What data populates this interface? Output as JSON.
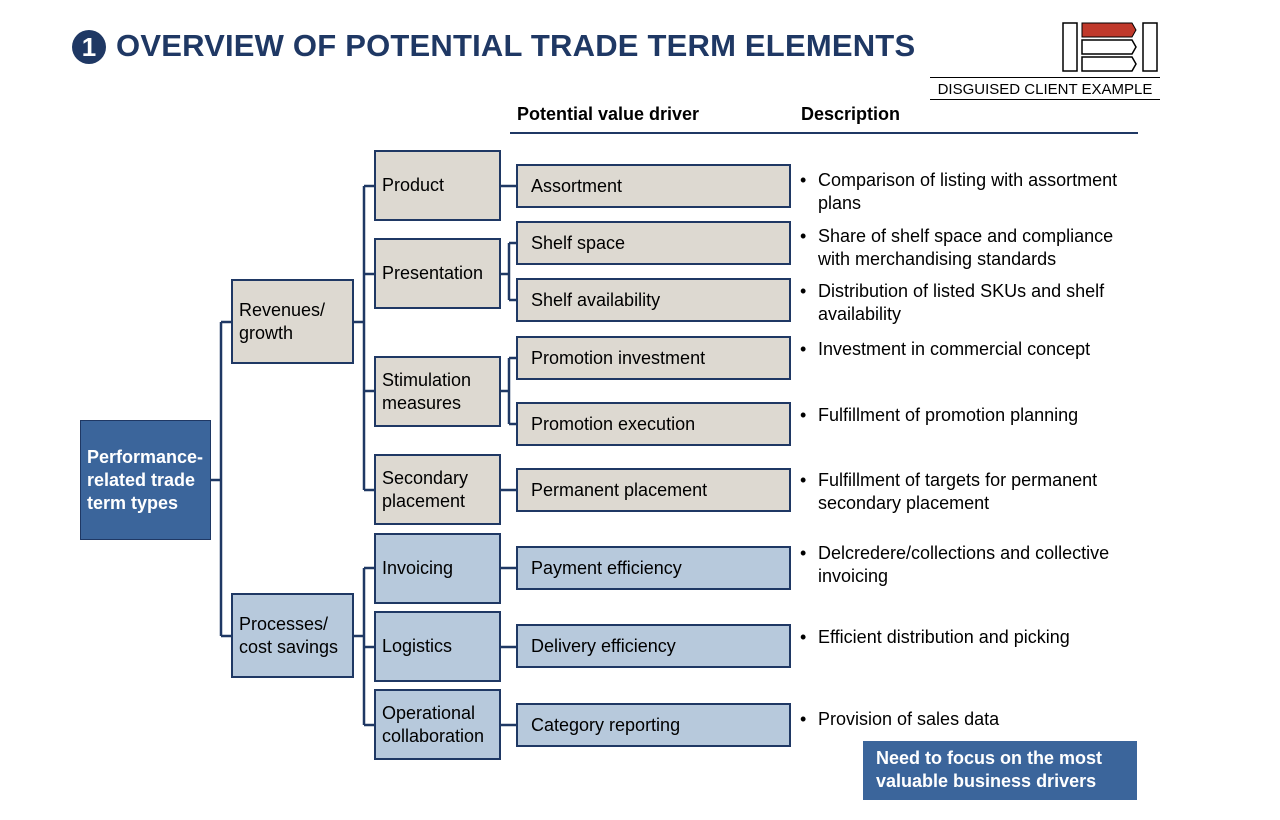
{
  "header": {
    "number": "1",
    "title": "OVERVIEW OF POTENTIAL TRADE TERM ELEMENTS",
    "tag": "DISGUISED CLIENT EXAMPLE"
  },
  "columns": {
    "driver": "Potential value driver",
    "description": "Description"
  },
  "tree": {
    "root": "Performance-related trade term types",
    "level1": [
      "Revenues/ growth",
      "Processes/ cost savings"
    ],
    "level2": [
      "Product",
      "Presentation",
      "Stimulation measures",
      "Secondary placement",
      "Invoicing",
      "Logistics",
      "Operational collaboration"
    ]
  },
  "rows": [
    {
      "driver": "Assortment",
      "description": "Comparison of listing with assortment plans"
    },
    {
      "driver": "Shelf space",
      "description": "Share of shelf space and compliance with merchandising standards"
    },
    {
      "driver": "Shelf availability",
      "description": "Distribution of listed SKUs and shelf availability"
    },
    {
      "driver": "Promotion investment",
      "description": "Investment in commercial concept"
    },
    {
      "driver": "Promotion execution",
      "description": "Fulfillment of promotion planning"
    },
    {
      "driver": "Permanent placement",
      "description": "Fulfillment of targets for permanent secondary placement"
    },
    {
      "driver": "Payment efficiency",
      "description": "Delcredere/collections and collective invoicing"
    },
    {
      "driver": "Delivery efficiency",
      "description": "Efficient distribution and picking"
    },
    {
      "driver": "Category reporting",
      "description": "Provision of sales data"
    }
  ],
  "bullet": "•",
  "callout": "Need to focus on the most valuable business drivers",
  "colors": {
    "navy": "#1f3864",
    "tan": "#ddd9d1",
    "light_blue": "#b7c9dc",
    "root_blue": "#3b659b",
    "logo_red": "#c0392b"
  }
}
